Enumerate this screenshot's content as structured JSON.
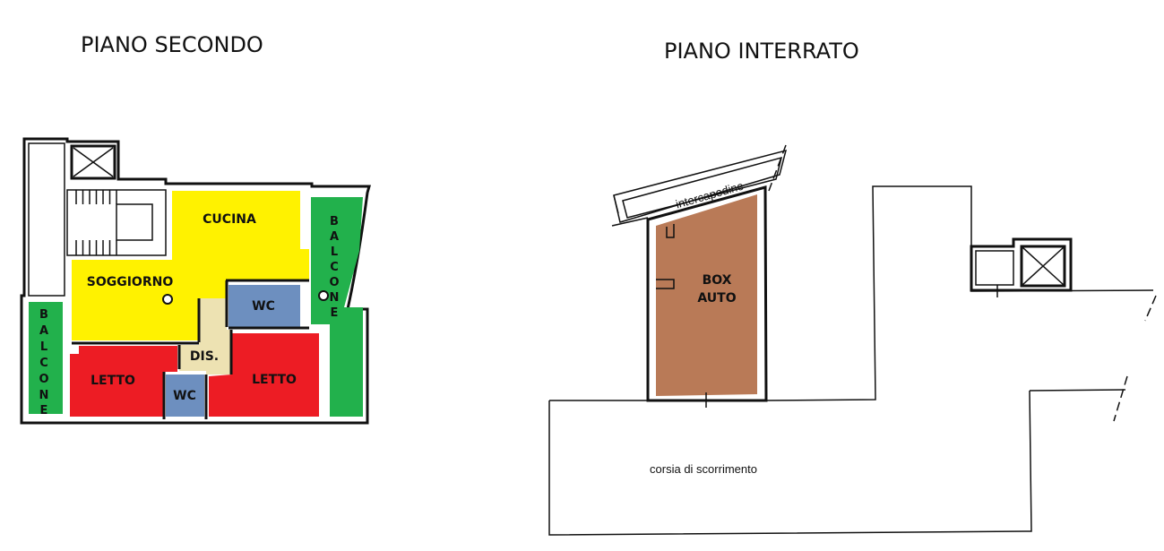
{
  "left_plan": {
    "title": "PIANO SECONDO",
    "rooms": {
      "cucina": "CUCINA",
      "soggiorno": "SOGGIORNO",
      "wc_top": "WC",
      "dis": "DIS.",
      "letto_left": "LETTO",
      "wc_bottom": "WC",
      "letto_right": "LETTO"
    },
    "balcone_left": [
      "B",
      "A",
      "L",
      "C",
      "O",
      "N",
      "E"
    ],
    "balcone_right": [
      "B",
      "A",
      "L",
      "C",
      "O",
      "N",
      "E"
    ]
  },
  "right_plan": {
    "title": "PIANO INTERRATO",
    "intercapedine": "intercapedine",
    "box_line1": "BOX",
    "box_line2": "AUTO",
    "corsia": "corsia di scorrimento"
  },
  "colors": {
    "living": "#fff200",
    "bedroom": "#ed1c24",
    "bathroom": "#6d8fbf",
    "hall": "#ede2b2",
    "balcony": "#22b14c",
    "garage": "#b97a57"
  }
}
